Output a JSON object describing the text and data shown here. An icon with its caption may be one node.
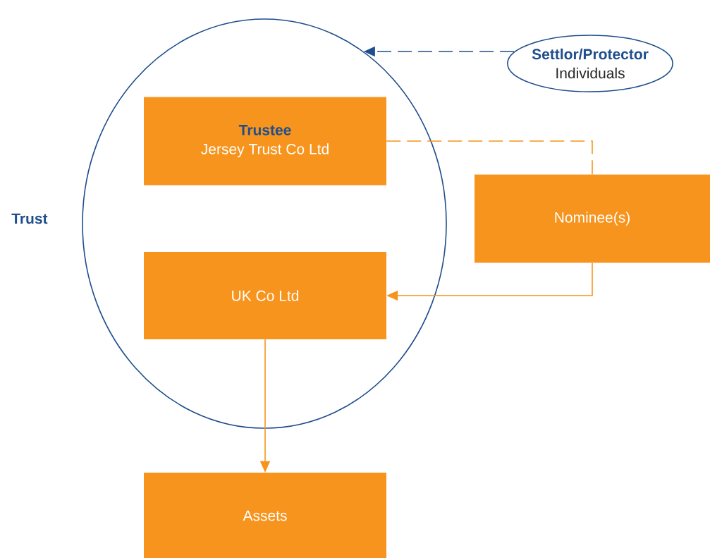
{
  "diagram": {
    "nodes": [
      {
        "text": [
          "Trust"
        ]
      },
      {
        "text": [
          "Settlor/Protector",
          "Individuals"
        ]
      },
      {
        "text": [
          "Trustee",
          "Jersey Trust Co Ltd"
        ],
        "in": 0
      },
      {
        "text": [
          "Nominee(s)"
        ]
      },
      {
        "text": [
          "UK Co Ltd"
        ],
        "in": 0
      },
      {
        "text": [
          "Assets"
        ]
      }
    ],
    "edges": [
      {
        "from": 1,
        "to": 0,
        "arrow": "to",
        "style": "dashed",
        "color": "#1f4e8c"
      },
      {
        "from": 2,
        "to": 3,
        "arrow": "none",
        "style": "dashed",
        "color": "#f7941d"
      },
      {
        "from": 3,
        "to": 4,
        "arrow": "to",
        "color": "#f7941d"
      },
      {
        "from": 4,
        "to": 5,
        "arrow": "to",
        "color": "#f7941d"
      }
    ]
  }
}
